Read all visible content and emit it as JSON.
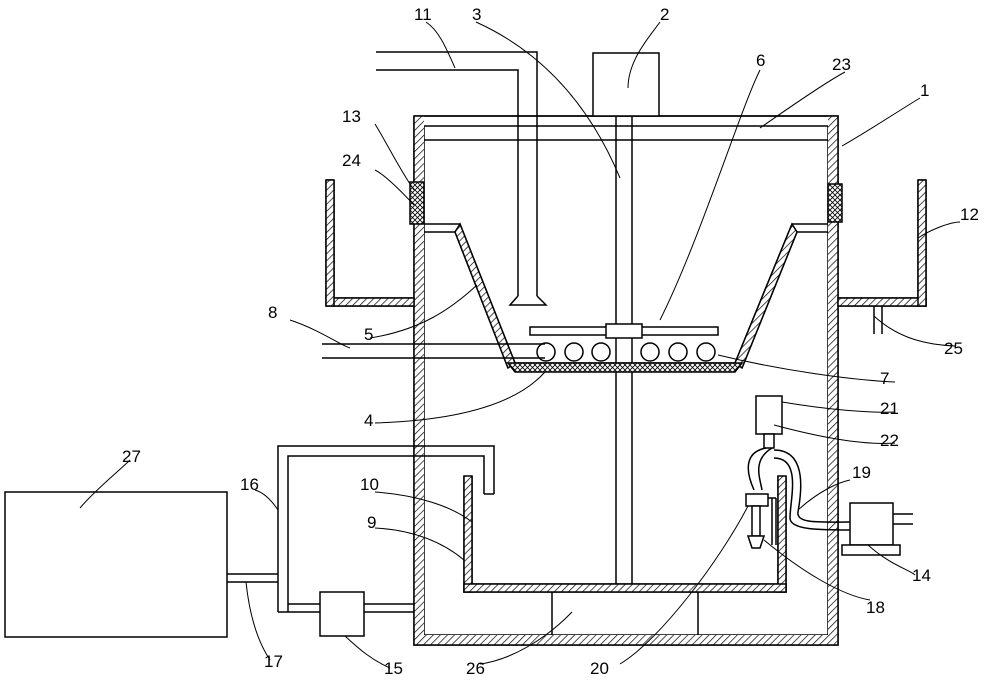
{
  "diagram": {
    "labels": {
      "n1": "1",
      "n2": "2",
      "n3": "3",
      "n4": "4",
      "n5": "5",
      "n6": "6",
      "n7": "7",
      "n8": "8",
      "n9": "9",
      "n10": "10",
      "n11": "11",
      "n12": "12",
      "n13": "13",
      "n14": "14",
      "n15": "15",
      "n16": "16",
      "n17": "17",
      "n18": "18",
      "n19": "19",
      "n20": "20",
      "n21": "21",
      "n22": "22",
      "n23": "23",
      "n24": "24",
      "n25": "25",
      "n26": "26",
      "n27": "27"
    }
  }
}
